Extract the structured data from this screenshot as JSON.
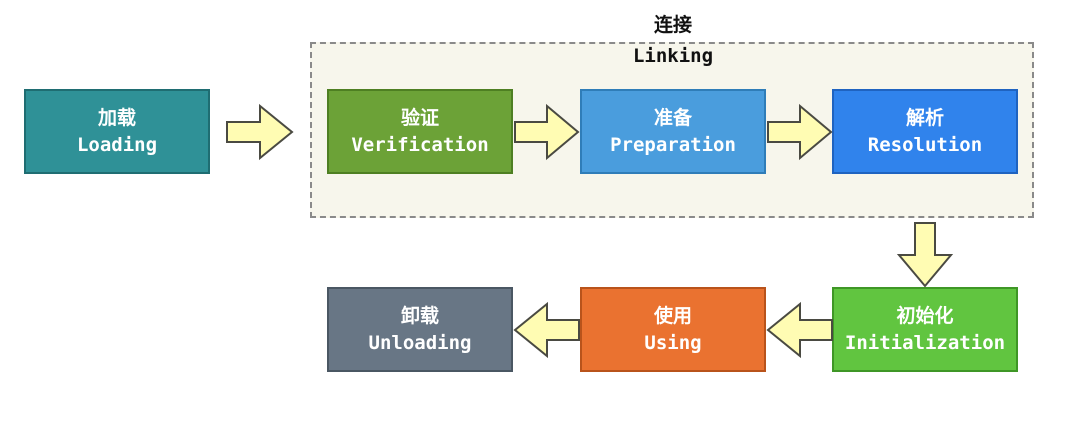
{
  "linking": {
    "title_zh": "连接",
    "title_en": "Linking"
  },
  "stages": {
    "loading": {
      "zh": "加载",
      "en": "Loading"
    },
    "verification": {
      "zh": "验证",
      "en": "Verification"
    },
    "preparation": {
      "zh": "准备",
      "en": "Preparation"
    },
    "resolution": {
      "zh": "解析",
      "en": "Resolution"
    },
    "initialization": {
      "zh": "初始化",
      "en": "Initialization"
    },
    "using": {
      "zh": "使用",
      "en": "Using"
    },
    "unloading": {
      "zh": "卸载",
      "en": "Unloading"
    }
  },
  "colors": {
    "loading": "#2f9197",
    "verification": "#6ca237",
    "preparation": "#4a9ddd",
    "resolution": "#3083ec",
    "initialization": "#61c540",
    "using": "#ea7230",
    "unloading": "#687685",
    "arrow_fill": "#fffcb3",
    "group_background": "#f7f6ec"
  }
}
